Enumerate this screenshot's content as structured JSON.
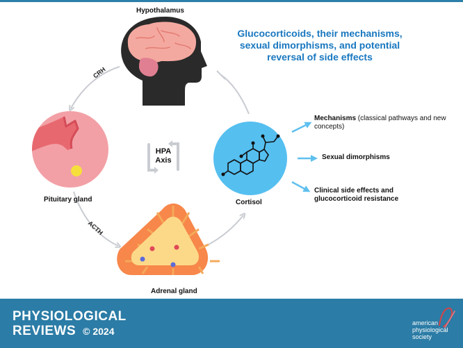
{
  "title": "Glucocorticoids, their mechanisms, sexual dimorphisms, and potential reversal of side effects",
  "labels": {
    "hypothalamus": "Hypothalamus",
    "pituitary": "Pituitary gland",
    "adrenal": "Adrenal gland",
    "cortisol": "Cortisol",
    "crh": "CRH",
    "acth": "ACTH",
    "hpa_line1": "HPA",
    "hpa_line2": "Axis"
  },
  "effects": [
    {
      "bold": "Mechanisms",
      "rest": " (classical pathways and new concepts)"
    },
    {
      "bold": "Sexual dimorphisms",
      "rest": ""
    },
    {
      "bold": "Clinical side effects and glucocorticoid resistance",
      "rest": ""
    }
  ],
  "footer": {
    "journal_line1": "PHYSIOLOGICAL",
    "journal_line2": "REVIEWS",
    "copyright": "© 2024",
    "society_line1": "american",
    "society_line2": "physiological",
    "society_line3": "society"
  },
  "colors": {
    "title": "#1877bf",
    "footer": "#2b7ca6",
    "brain": "#f4a9a0",
    "head": "#2a2a2a",
    "pituitary": "#f2a0a6",
    "cortisol_circle": "#55bff0",
    "adrenal_outer": "#f7874a",
    "adrenal_inner": "#fcd989",
    "arrow_gray": "#c9ccd1",
    "effect_arrow": "#5fc0ee"
  }
}
